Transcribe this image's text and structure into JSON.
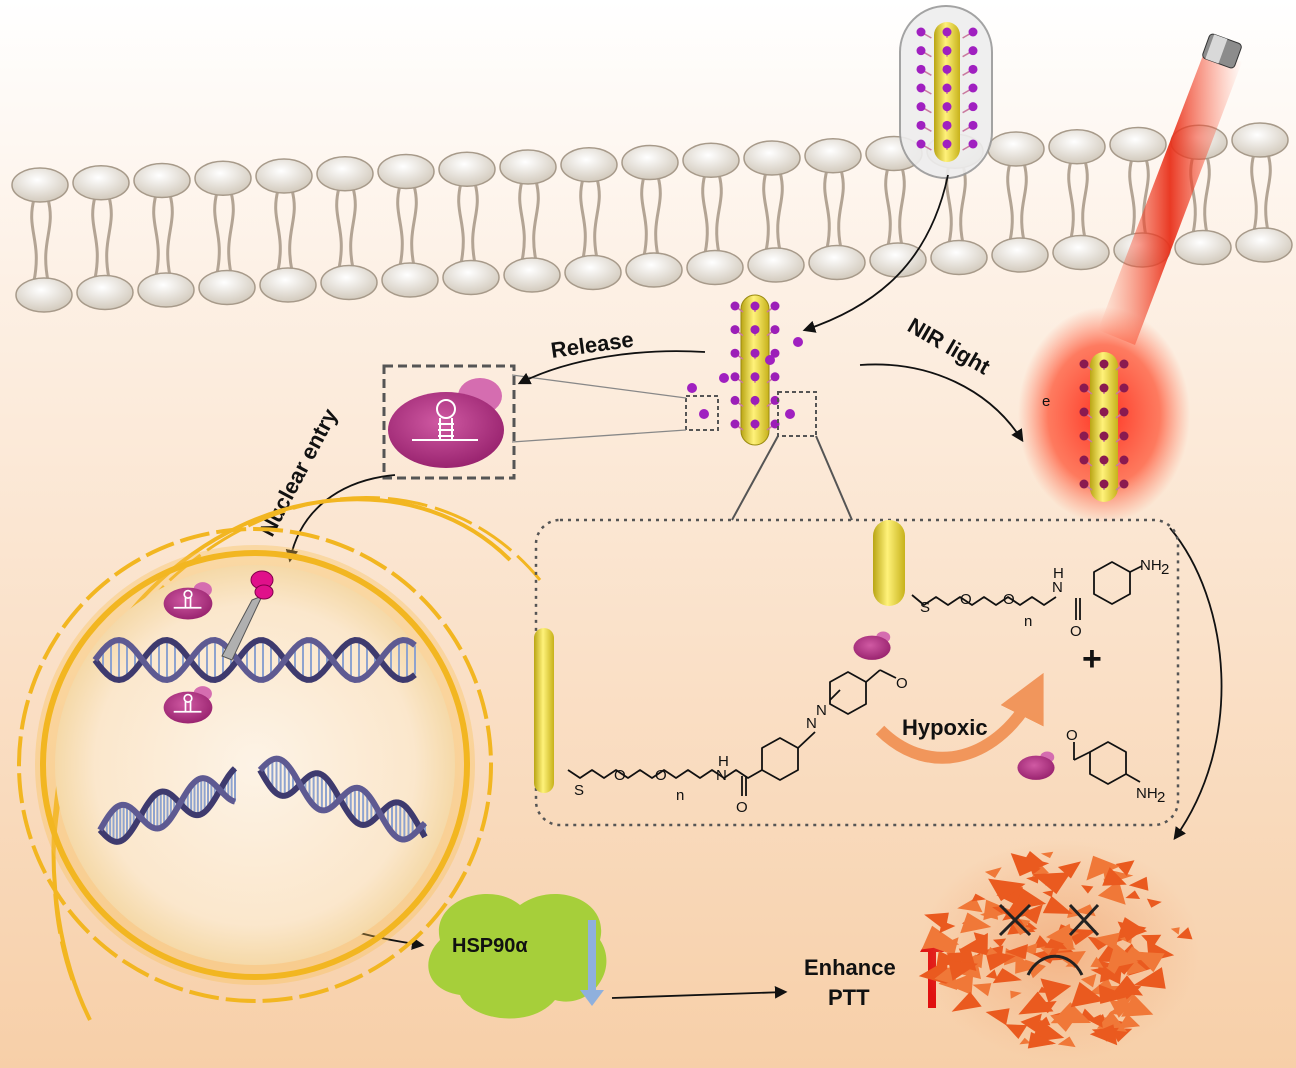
{
  "labels": {
    "release": "Release",
    "nir_light": "NIR light",
    "nuclear_entry": "Nuclear entry",
    "hypoxic": "Hypoxic",
    "hsp": "HSP90α",
    "enhance": "Enhance",
    "ptt": "PTT",
    "plus": "+"
  },
  "chem": {
    "S": "S",
    "O": "O",
    "n": "n",
    "H": "H",
    "N": "N",
    "NH2": "NH",
    "sub2": "2",
    "e": "e"
  },
  "colors": {
    "membrane_head": "#d8d0c4",
    "gold_rod": "#f2e44a",
    "aptamer_magenta": "#b0307f",
    "nir_red": "#e53a1e",
    "hsp_green": "#a6cf3a",
    "nucleus_ring": "#f2b621",
    "down_arrow": "#8fb0dd",
    "up_arrow": "#e01010",
    "hypoxic_arrow": "#f08a4a",
    "tumor": "#ea5a1f"
  }
}
